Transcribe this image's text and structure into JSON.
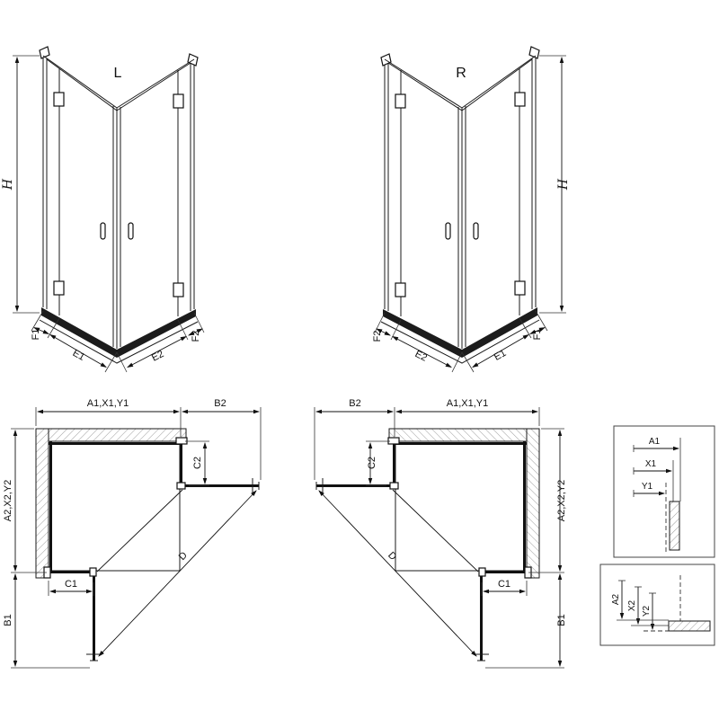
{
  "view_3d_left": {
    "title": "L",
    "height_label": "H",
    "fixed_left": "F1",
    "door_left": "E1",
    "door_right": "E2",
    "fixed_right": "F2"
  },
  "view_3d_right": {
    "title": "R",
    "height_label": "H",
    "fixed_left": "F2",
    "door_left": "E2",
    "door_right": "E1",
    "fixed_right": "F1"
  },
  "plan_left": {
    "width_total": "A1,X1,Y1",
    "door_projection_top": "B2",
    "fixed_panel_side": "C2",
    "depth_total": "A2,X2,Y2",
    "fixed_panel_bottom": "C1",
    "door_projection_bottom": "B1",
    "entry_diagonal": "D"
  },
  "plan_right": {
    "door_projection_top": "B2",
    "width_total": "A1,X1,Y1",
    "fixed_panel_side": "C2",
    "depth_total": "A2,X2,Y2",
    "fixed_panel_bottom": "C1",
    "door_projection_bottom": "B1",
    "entry_diagonal": "D"
  },
  "detail_width": {
    "outer": "A1",
    "middle": "X1",
    "glass": "Y1"
  },
  "detail_depth": {
    "outer": "A2",
    "middle": "X2",
    "glass": "Y2"
  }
}
